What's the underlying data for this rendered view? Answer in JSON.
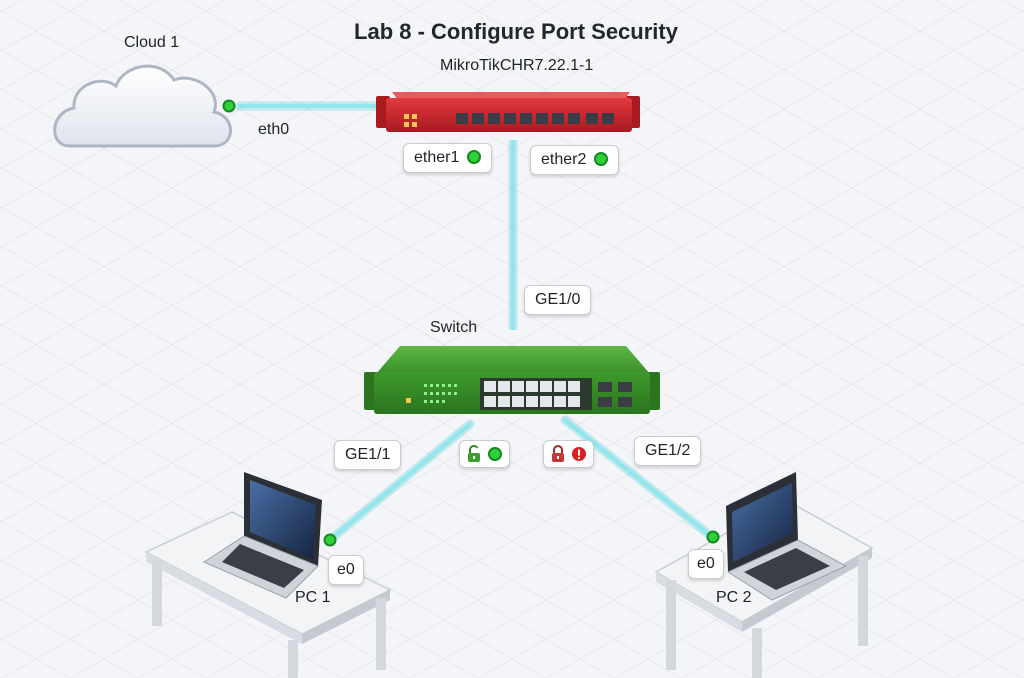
{
  "title": "Lab 8 - Configure Port Security",
  "colors": {
    "router": "#c9252b",
    "switch": "#3e9a2c",
    "link": "#5fd0d8",
    "port_up": "#2fd03a",
    "violation": "#d92020"
  },
  "devices": {
    "cloud": {
      "name": "Cloud 1",
      "icon": "cloud-icon"
    },
    "router": {
      "name": "MikroTikCHR7.22.1-1",
      "icon": "router-icon"
    },
    "switch": {
      "name": "Switch",
      "icon": "switch-icon"
    },
    "pc1": {
      "name": "PC 1",
      "icon": "laptop-icon"
    },
    "pc2": {
      "name": "PC 2",
      "icon": "laptop-icon"
    }
  },
  "interfaces": {
    "cloud_eth0": "eth0",
    "router_ether1": "ether1",
    "router_ether2": "ether2",
    "switch_ge1_0": "GE1/0",
    "switch_ge1_1": "GE1/1",
    "switch_ge1_2": "GE1/2",
    "pc1_e0": "e0",
    "pc2_e0": "e0"
  },
  "port_security": {
    "ge1_1": {
      "lock_icon": "lock-open-icon",
      "status": "up"
    },
    "ge1_2": {
      "lock_icon": "lock-closed-icon",
      "status": "violation",
      "status_icon": "exclamation-icon"
    }
  }
}
